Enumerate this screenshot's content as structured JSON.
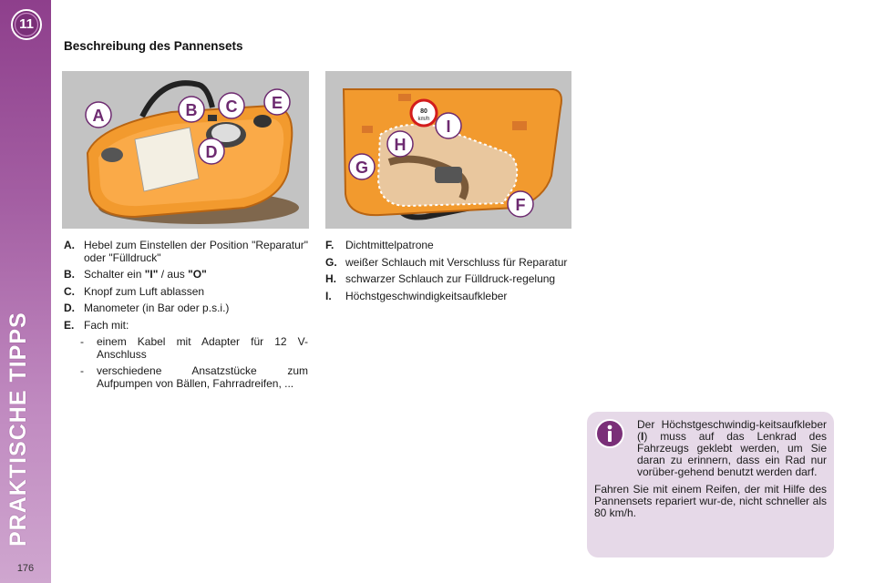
{
  "sidebar": {
    "chapter_number": "11",
    "section_title": "PRAKTISCHE TIPPS",
    "page_number": "176"
  },
  "heading": "Beschreibung des Pannensets",
  "figure_left": {
    "labels": [
      "A",
      "B",
      "C",
      "D",
      "E"
    ]
  },
  "figure_right": {
    "labels": [
      "F",
      "G",
      "H",
      "I"
    ],
    "speed_label_top": "80",
    "speed_label_bottom": "km/h"
  },
  "items_left": [
    {
      "letter": "A.",
      "text": "Hebel zum Einstellen der Position \"Reparatur\" oder \"Fülldruck\""
    },
    {
      "letter": "B.",
      "text_before": "Schalter ein ",
      "bold1": "\"I\"",
      "text_mid": " / aus ",
      "bold2": "\"O\""
    },
    {
      "letter": "C.",
      "text": "Knopf zum Luft ablassen"
    },
    {
      "letter": "D.",
      "text": "Manometer (in Bar oder p.s.i.)"
    },
    {
      "letter": "E.",
      "text": "Fach mit:"
    }
  ],
  "sub_items": [
    {
      "dash": "-",
      "text": "einem Kabel mit Adapter für 12 V-Anschluss"
    },
    {
      "dash": "-",
      "text": "verschiedene Ansatzstücke zum Aufpumpen von Bällen, Fahrradreifen, ..."
    }
  ],
  "items_right": [
    {
      "letter": "F.",
      "text": "Dichtmittelpatrone"
    },
    {
      "letter": "G.",
      "text": "weißer Schlauch mit Verschluss für Reparatur"
    },
    {
      "letter": "H.",
      "text": "schwarzer Schlauch zur Fülldruck-regelung"
    },
    {
      "letter": "I.",
      "text": "Höchstgeschwindigkeitsaufkleber"
    }
  ],
  "note": {
    "p1_before": "Der Höchstgeschwindig-keitsaufkleber (",
    "p1_bold": "I",
    "p1_after": ") muss auf das Lenkrad des Fahrzeugs geklebt werden, um Sie daran zu erinnern, dass ein Rad nur vorüber-gehend benutzt werden darf.",
    "p2": "Fahren Sie mit einem Reifen, der mit Hilfe des Pannensets repariert wur-de, nicht schneller als 80 km/h."
  },
  "colors": {
    "sidebar_purple": "#8e3f8c",
    "kit_orange": "#f29a2e",
    "note_background": "#e6d9e8",
    "label_purple": "#6d2a70"
  }
}
